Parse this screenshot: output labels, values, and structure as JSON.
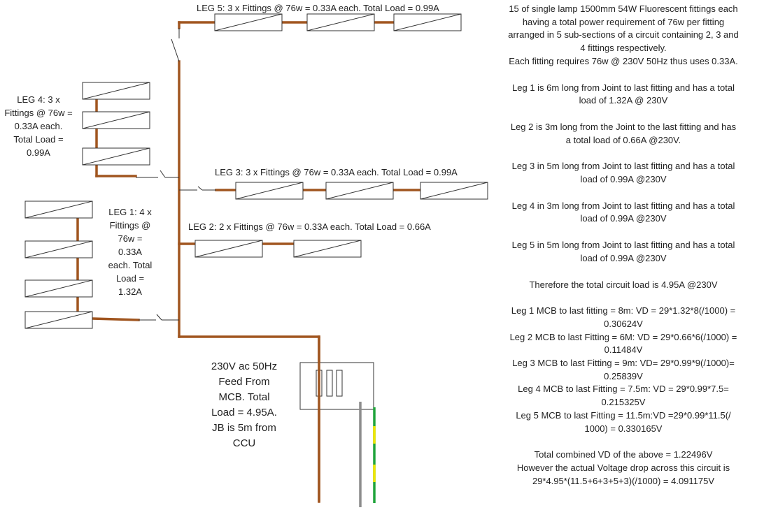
{
  "labels": {
    "leg5": "LEG 5: 3 x Fittings @ 76w = 0.33A each. Total Load = 0.99A",
    "leg4": "LEG 4: 3 x\nFittings @ 76w =\n0.33A each.\nTotal Load =\n0.99A",
    "leg3": "LEG 3: 3 x Fittings @ 76w = 0.33A each. Total Load = 0.99A",
    "leg2": "LEG 2: 2 x Fittings @ 76w = 0.33A each. Total Load = 0.66A",
    "leg1": "LEG 1: 4 x\nFittings @\n76w =\n0.33A\neach. Total\nLoad =\n1.32A",
    "feed": "230V ac 50Hz\nFeed From\nMCB. Total\nLoad = 4.95A.\nJB is 5m from\nCCU"
  },
  "notes": [
    "15 of single lamp 1500mm 54W Fluorescent fittings each\nhaving a total power requirement of 76w per fitting\narranged in 5 sub-sections of a circuit containing 2, 3 and\n4 fittings respectively.\nEach fitting requires 76w @ 230V 50Hz thus uses 0.33A.",
    "Leg 1 is 6m long from Joint to last fitting and has a total\nload of 1.32A @ 230V",
    "Leg 2 is 3m long from the Joint to the last fitting and has\na total load of 0.66A @230V.",
    "Leg 3 in 5m long from Joint to last fitting and has a total\nload of 0.99A @230V",
    "Leg 4 in 3m long from Joint to last fitting and has a total\nload of 0.99A @230V",
    "Leg 5 in 5m long from Joint to last fitting and has a total\nload of 0.99A @230V",
    "Therefore the total circuit load is 4.95A @230V",
    "Leg 1 MCB to last fitting = 8m: VD = 29*1.32*8(/1000) =\n0.30624V\nLeg 2 MCB to last Fitting = 6M: VD = 29*0.66*6(/1000) =\n0.11484V\nLeg 3 MCB to last Fitting = 9m: VD= 29*0.99*9(/1000)=\n0.25839V\nLeg 4 MCB to last Fitting = 7.5m: VD = 29*0.99*7.5=\n0.215325V\nLeg 5 MCB to last Fitting = 11.5m:VD =29*0.99*11.5(/\n1000) = 0.330165V",
    "Total combined VD of the above  = 1.22496V\nHowever the actual Voltage drop across this circuit is\n29*4.95*(11.5+6+3+5+3)(/1000) = 4.091175V"
  ],
  "colors": {
    "cable": "#A0551F",
    "fitting_outline": "#333333",
    "earth_green": "#1FA33A",
    "earth_yellow": "#F2E600",
    "neutral_grey": "#8C8C8C"
  }
}
